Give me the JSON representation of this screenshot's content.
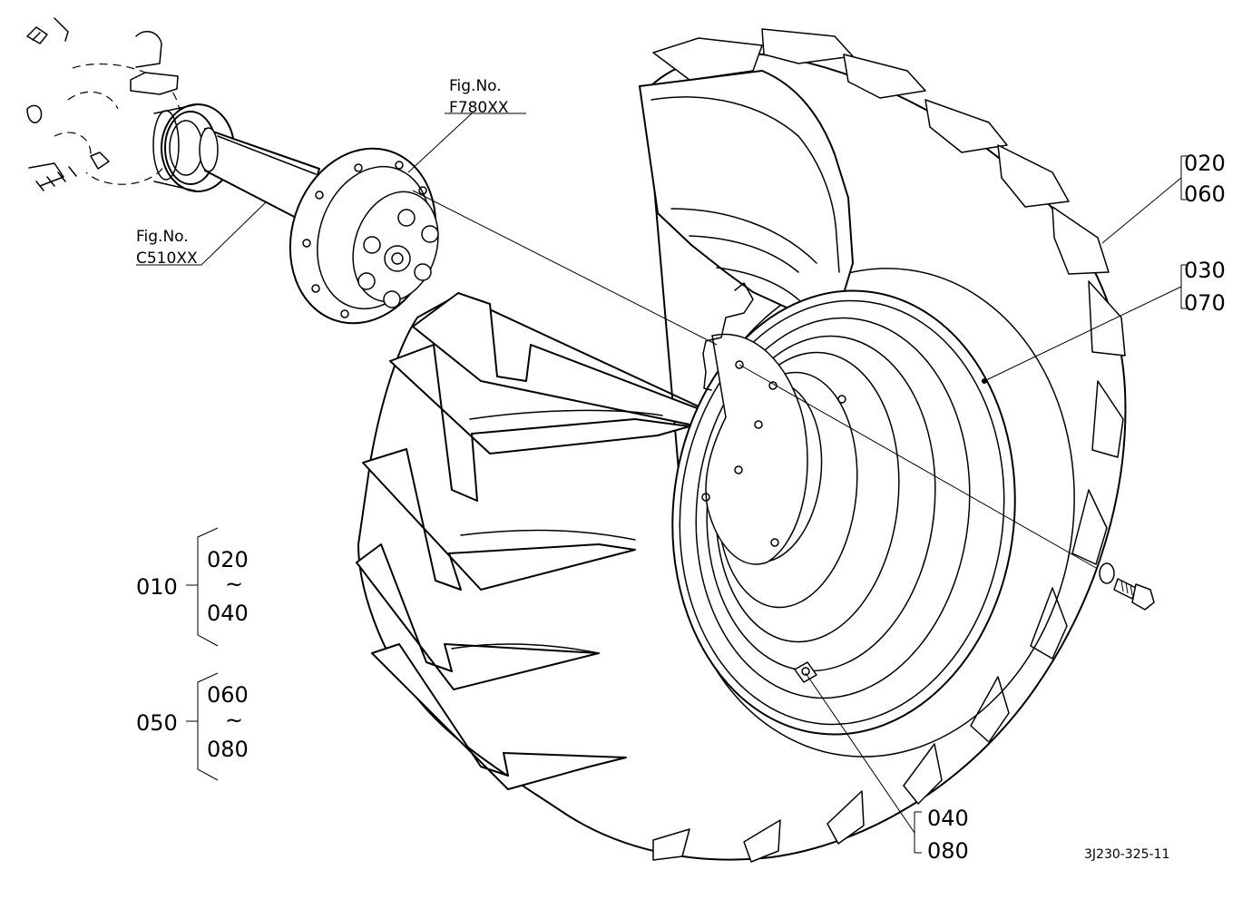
{
  "figure_refs": [
    {
      "prefix": "Fig.No.",
      "code": "F780XX"
    },
    {
      "prefix": "Fig.No.",
      "code": "C510XX"
    }
  ],
  "callouts": {
    "c020": "020",
    "c060": "060",
    "c030": "030",
    "c070": "070",
    "c040": "040",
    "c080": "080"
  },
  "groups": [
    {
      "id": "010",
      "from": "020",
      "tilde": "~",
      "to": "040"
    },
    {
      "id": "050",
      "from": "060",
      "tilde": "~",
      "to": "080"
    }
  ],
  "drawing_code": "3J230-325-11",
  "icons": {
    "tire": "tractor-tire-icon",
    "rim": "wheel-rim-icon",
    "hub": "wheel-hub-icon",
    "axle": "axle-shaft-icon",
    "bolt": "hex-bolt-icon",
    "valve": "tire-valve-icon"
  }
}
